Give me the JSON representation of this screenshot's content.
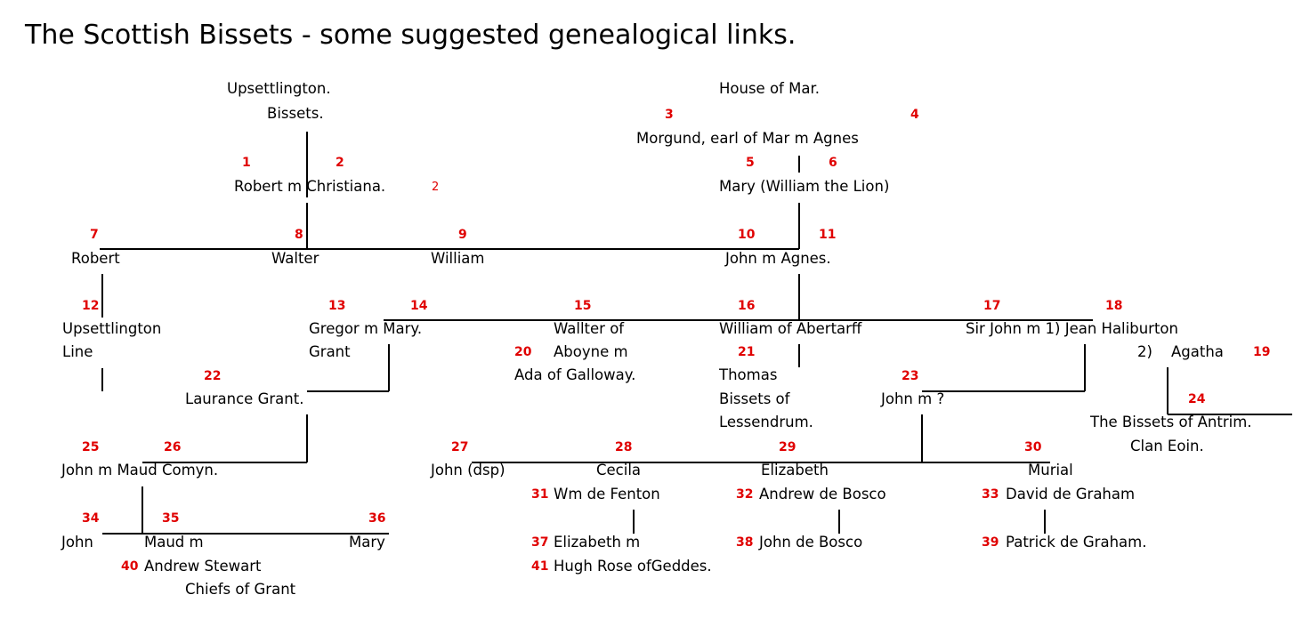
{
  "title": "The Scottish Bissets - some suggested genealogical links.",
  "colors": {
    "text": "#000000",
    "numbers": "#e00000",
    "lines": "#000000",
    "background": "#ffffff"
  },
  "labels": {
    "upsettlington_house": "Upsettlington.",
    "upsettlington_bissets": "Bissets.",
    "house_of_mar": "House of Mar.",
    "morgund": "Morgund, earl of Mar m Agnes",
    "robert_christiana": "Robert m Christiana.",
    "mary_william": "Mary (William the Lion)",
    "robert": "Robert",
    "walter": "Walter",
    "william": "William",
    "john_agnes": "John m Agnes.",
    "upsettlington_line_1": "Upsettlington",
    "upsettlington_line_2": "Line",
    "gregor_mary": "Gregor m Mary.",
    "grant": "Grant",
    "wallter_1": "Wallter of",
    "wallter_2": "Aboyne m",
    "wallter_3": "Ada of Galloway.",
    "william_abertarff": "William of Abertarff",
    "sir_john": "Sir John m 1) Jean Haliburton",
    "agatha_prefix": "2)",
    "agatha": "Agatha",
    "laurance_grant": "Laurance Grant.",
    "thomas_1": "Thomas",
    "thomas_2": "Bissets of",
    "thomas_3": "Lessendrum.",
    "john_q": "John m ?",
    "antrim_1": "The Bissets of Antrim.",
    "antrim_2": "Clan Eoin.",
    "john_maud_comyn": "John m Maud Comyn.",
    "john_dsp": "John (dsp)",
    "cecila": "Cecila",
    "elizabeth": "Elizabeth",
    "murial": "Murial",
    "wm_fenton": "Wm de Fenton",
    "andrew_bosco": "Andrew de Bosco",
    "david_graham": "David de Graham",
    "john": "John",
    "maud_m": "Maud m",
    "mary": "Mary",
    "elizabeth_m": "Elizabeth m",
    "john_bosco": "John de Bosco",
    "patrick_graham": "Patrick de Graham.",
    "andrew_stewart": "Andrew Stewart",
    "chiefs_grant": "Chiefs of Grant",
    "hugh_rose": "Hugh Rose ofGeddes."
  },
  "numbers": {
    "n1": "1",
    "n2": "2",
    "n2b": "2",
    "n3": "3",
    "n4": "4",
    "n5": "5",
    "n6": "6",
    "n7": "7",
    "n8": "8",
    "n9": "9",
    "n10": "10",
    "n11": "11",
    "n12": "12",
    "n13": "13",
    "n14": "14",
    "n15": "15",
    "n16": "16",
    "n17": "17",
    "n18": "18",
    "n19": "19",
    "n20": "20",
    "n21": "21",
    "n22": "22",
    "n23": "23",
    "n24": "24",
    "n25": "25",
    "n26": "26",
    "n27": "27",
    "n28": "28",
    "n29": "29",
    "n30": "30",
    "n31": "31",
    "n32": "32",
    "n33": "33",
    "n34": "34",
    "n35": "35",
    "n36": "36",
    "n37": "37",
    "n38": "38",
    "n39": "39",
    "n40": "40",
    "n41": "41"
  }
}
